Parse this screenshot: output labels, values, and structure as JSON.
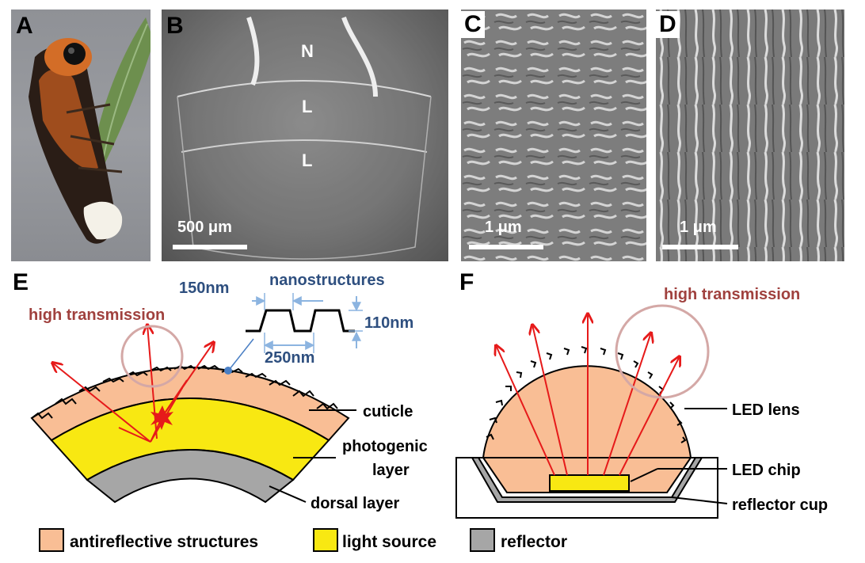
{
  "panels": {
    "a": {
      "letter": "A"
    },
    "b": {
      "letter": "B",
      "labels": [
        "N",
        "L",
        "L"
      ],
      "scale": "500 μm"
    },
    "c": {
      "letter": "C",
      "scale": "1 μm"
    },
    "d": {
      "letter": "D",
      "scale": "1 μm"
    },
    "e": {
      "letter": "E",
      "high_transmission": "high transmission",
      "nanostructures": "nanostructures",
      "dim_period_gap": "150nm",
      "dim_period": "250nm",
      "dim_height": "110nm",
      "cuticle": "cuticle",
      "photogenic_1": "photogenic",
      "photogenic_2": "layer",
      "dorsal": "dorsal layer"
    },
    "f": {
      "letter": "F",
      "high_transmission": "high transmission",
      "led_lens": "LED lens",
      "led_chip": "LED chip",
      "reflector_cup": "reflector cup"
    }
  },
  "legend": {
    "items": [
      {
        "label": "antireflective structures",
        "color": "#f9be95"
      },
      {
        "label": "light source",
        "color": "#f8e812"
      },
      {
        "label": "reflector",
        "color": "#a6a6a6"
      }
    ]
  },
  "colors": {
    "cuticle": "#f9be95",
    "light": "#f8e812",
    "reflector": "#a6a6a6",
    "ray": "#e61a1a",
    "highlight": "#b07a78",
    "dimension": "#8cb4e0",
    "dim_text": "#2e4f7f",
    "transmission_text": "#a0413e"
  }
}
